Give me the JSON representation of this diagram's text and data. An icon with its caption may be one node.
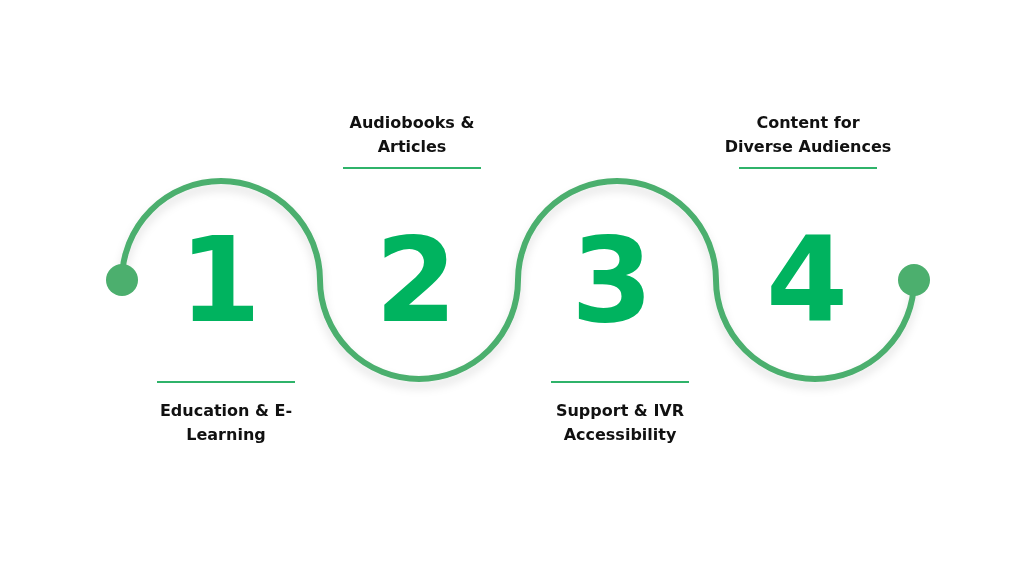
{
  "diagram": {
    "labels": [
      "Audiobooks & Articles",
      "Content for Diverse Audiences",
      "1",
      "2",
      "3",
      "4",
      "Education & E-Learning",
      "Support & IVR Accessibility"
    ]
  }
}
